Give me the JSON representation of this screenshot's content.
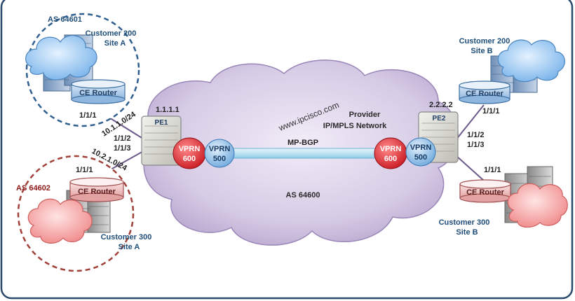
{
  "watermark": "www.ipcisco.com",
  "provider": {
    "line1": "Provider",
    "line2": "IP/MPLS Network",
    "as": "AS 64600"
  },
  "pe1": {
    "label": "PE1",
    "ip": "1.1.1.1",
    "vprn_red": {
      "line1": "VPRN",
      "line2": "600"
    },
    "vprn_blue": {
      "line1": "VPRN",
      "line2": "500"
    }
  },
  "pe2": {
    "label": "PE2",
    "ip": "2.2.2.2",
    "vprn_red": {
      "line1": "VPRN",
      "line2": "600"
    },
    "vprn_blue": {
      "line1": "VPRN",
      "line2": "500"
    }
  },
  "mp_bgp": "MP-BGP",
  "site_a_200": {
    "as": "AS 64601",
    "customer": "Customer 200",
    "site": "Site A",
    "router": "CE Router",
    "port": "1/1/1",
    "subnet": "10.1.1.0/24"
  },
  "site_a_300": {
    "as": "AS 64602",
    "customer": "Customer 300",
    "site": "Site A",
    "router": "CE Router",
    "port": "1/1/1",
    "subnet": "10.2.1.0/24"
  },
  "pe1_ports": [
    "1/1/2",
    "1/1/3"
  ],
  "site_b_200": {
    "customer": "Customer 200",
    "site": "Site B",
    "router": "CE Router",
    "port": "1/1/1"
  },
  "site_b_300": {
    "customer": "Customer 300",
    "site": "Site B",
    "router": "CE Router",
    "port": "1/1/1"
  },
  "pe2_ports": [
    "1/1/2",
    "1/1/3"
  ],
  "colors": {
    "blue_circle": "#3a6a9a",
    "red_circle": "#a0413a",
    "cloud_purple": "#c9bbdb",
    "vprn_red": "#d8262c",
    "vprn_blue": "#5b9bd5",
    "text_blue": "#1f4e79",
    "text_red": "#8b1a1a"
  },
  "icons": [
    "cloud-icon",
    "router-icon",
    "building-icon",
    "pe-router-icon"
  ]
}
